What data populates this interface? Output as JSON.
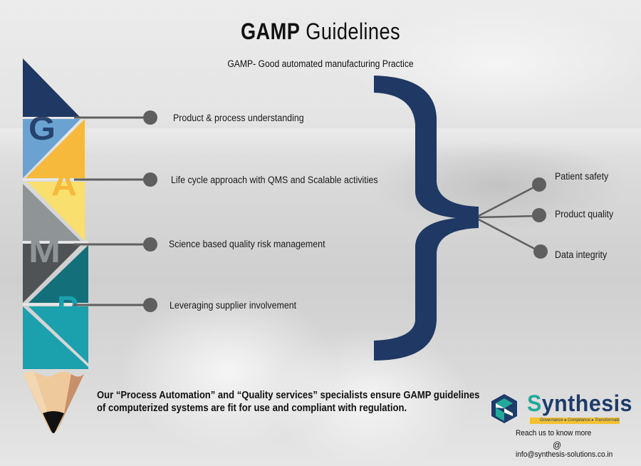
{
  "header": {
    "title_bold": "GAMP",
    "title_rest": "Guidelines",
    "subtitle": "GAMP- Good automated manufacturing Practice"
  },
  "pencil": {
    "letters": [
      "G",
      "A",
      "M",
      "P"
    ],
    "colors": {
      "navy": "#1f3864",
      "light_blue": "#6aa3d2",
      "orange": "#f6b93b",
      "yellow": "#f9df6d",
      "gray": "#8f9497",
      "dark_gray": "#505356",
      "dark_teal": "#13707a",
      "teal": "#1ba0ad",
      "wood_light": "#eec99b",
      "wood_dark": "#c8906a",
      "lead": "#111111"
    }
  },
  "principles": [
    {
      "label": "Product & process understanding"
    },
    {
      "label": "Life cycle approach with QMS and Scalable activities"
    },
    {
      "label": "Science based quality risk management"
    },
    {
      "label": "Leveraging supplier involvement"
    }
  ],
  "outcomes": [
    {
      "label": "Patient safety"
    },
    {
      "label": "Product quality"
    },
    {
      "label": "Data integrity"
    }
  ],
  "colors": {
    "brace": "#1f3864",
    "connector": "#5f5f5f",
    "dot": "#5f5f5f"
  },
  "footer": {
    "line1": "Our “Process Automation” and “Quality services” specialists ensure GAMP guidelines",
    "line2": "of computerized systems are fit for use and compliant with regulation."
  },
  "brand": {
    "name_first": "S",
    "name_rest": "ynthesis",
    "tagline": "Governance ▸ Compliance ▸ Transformation ▸▸",
    "reach": "Reach us to know more",
    "at": "@",
    "email": "info@synthesis-solutions.co.in"
  }
}
